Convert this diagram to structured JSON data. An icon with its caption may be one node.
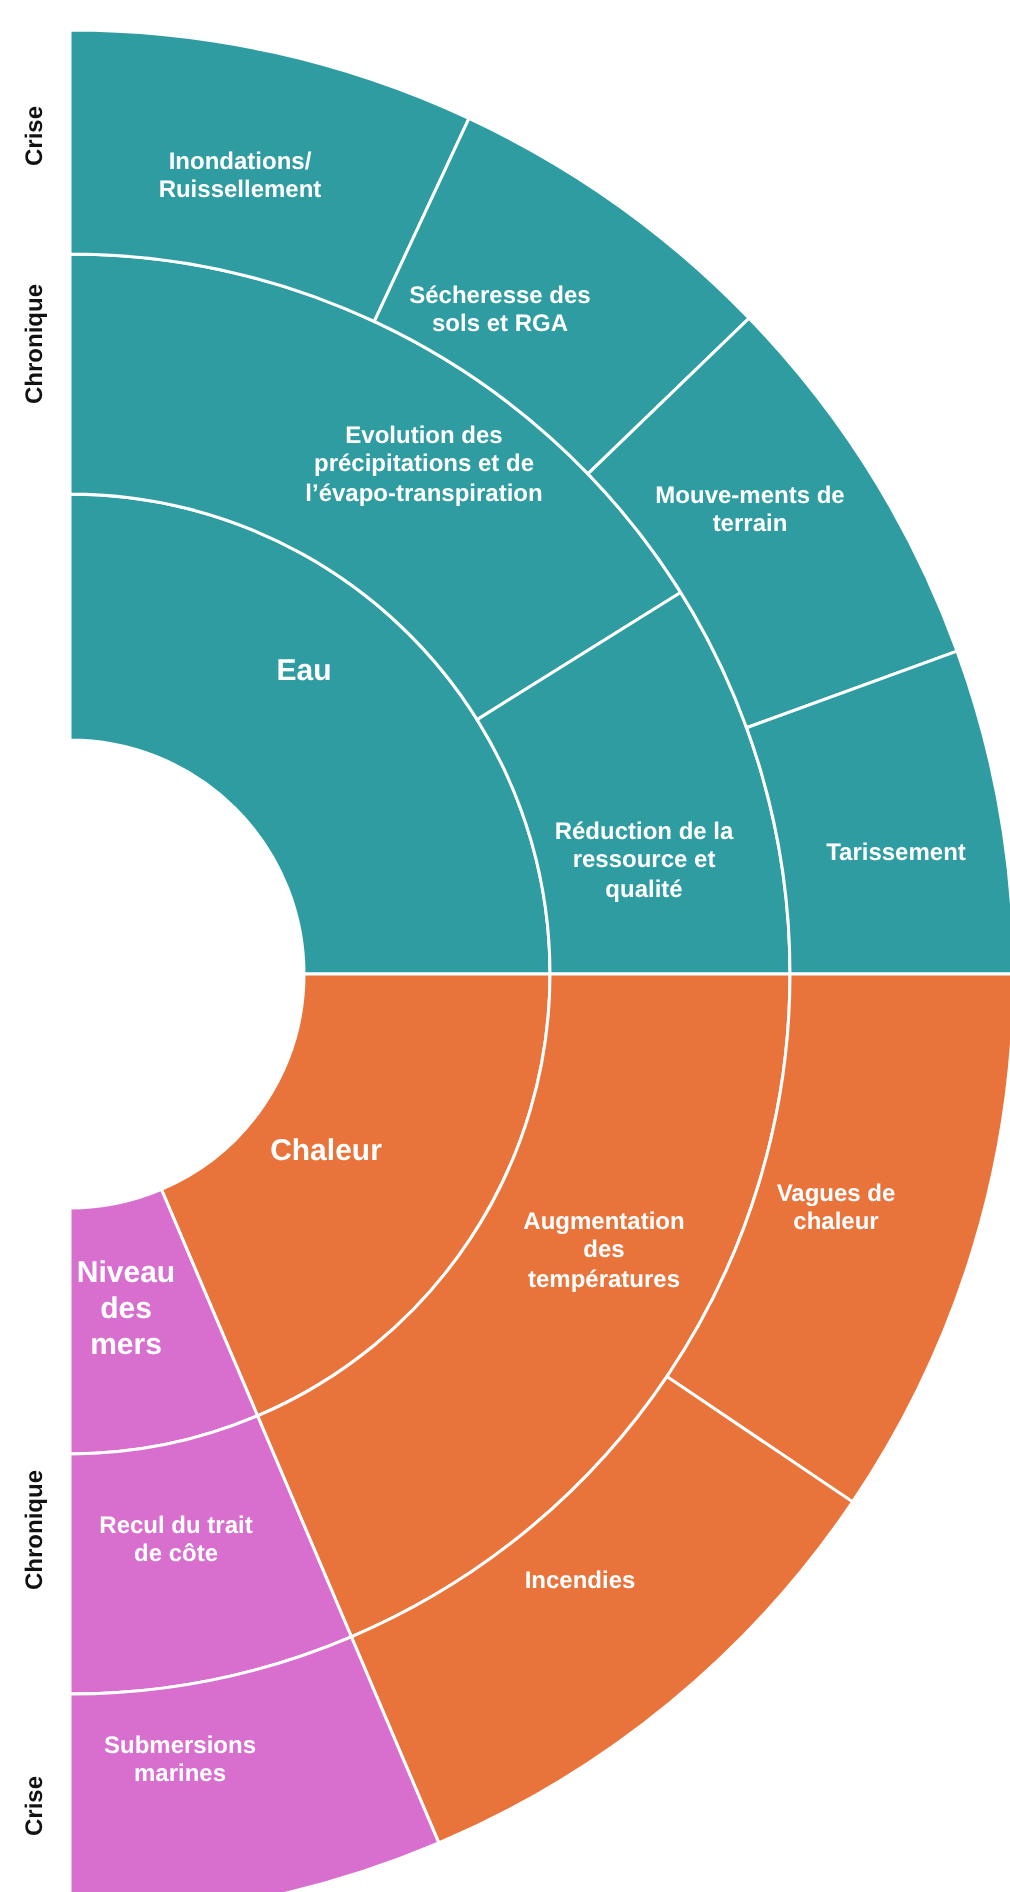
{
  "diagram": {
    "nodes": [
      {
        "text": [
          "Eau"
        ]
      },
      {
        "text": [
          "Evolution des précipitations et de l’évapo-transpiration"
        ]
      },
      {
        "text": [
          "Réduction de la ressource et qualité"
        ]
      },
      {
        "text": [
          "Inondations/ Ruissellement"
        ]
      },
      {
        "text": [
          "Sécheresse des sols et RGA"
        ]
      },
      {
        "text": [
          "Mouve-ments de terrain"
        ]
      },
      {
        "text": [
          "Tarissement"
        ]
      },
      {
        "text": [
          "Chaleur"
        ]
      },
      {
        "text": [
          "Augmentation des températures"
        ]
      },
      {
        "text": [
          "Vagues de chaleur"
        ]
      },
      {
        "text": [
          "Incendies"
        ]
      },
      {
        "text": [
          "Niveau des mers"
        ]
      },
      {
        "text": [
          "Recul du trait de côte"
        ]
      },
      {
        "text": [
          "Submersions marines"
        ]
      }
    ],
    "labels": [
      "Crise",
      "Chronique",
      "Chronique",
      "Crise"
    ]
  }
}
